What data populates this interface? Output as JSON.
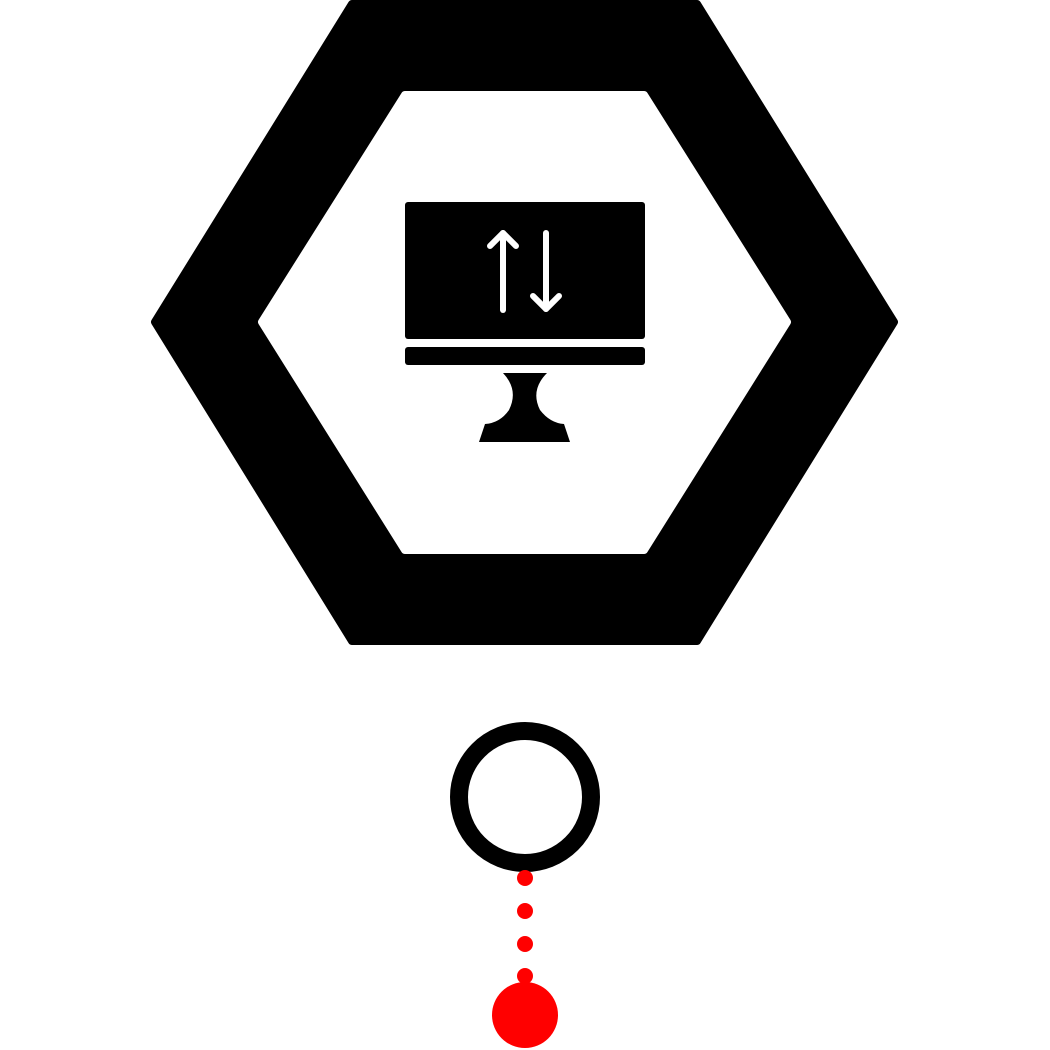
{
  "colors": {
    "frame": "#000000",
    "background": "#ffffff",
    "connector": "#ff0000"
  },
  "icons": {
    "main": "monitor-data-transfer-icon",
    "frame": "hexagon-frame",
    "node": "ring-node",
    "anchor": "red-dot-anchor"
  }
}
